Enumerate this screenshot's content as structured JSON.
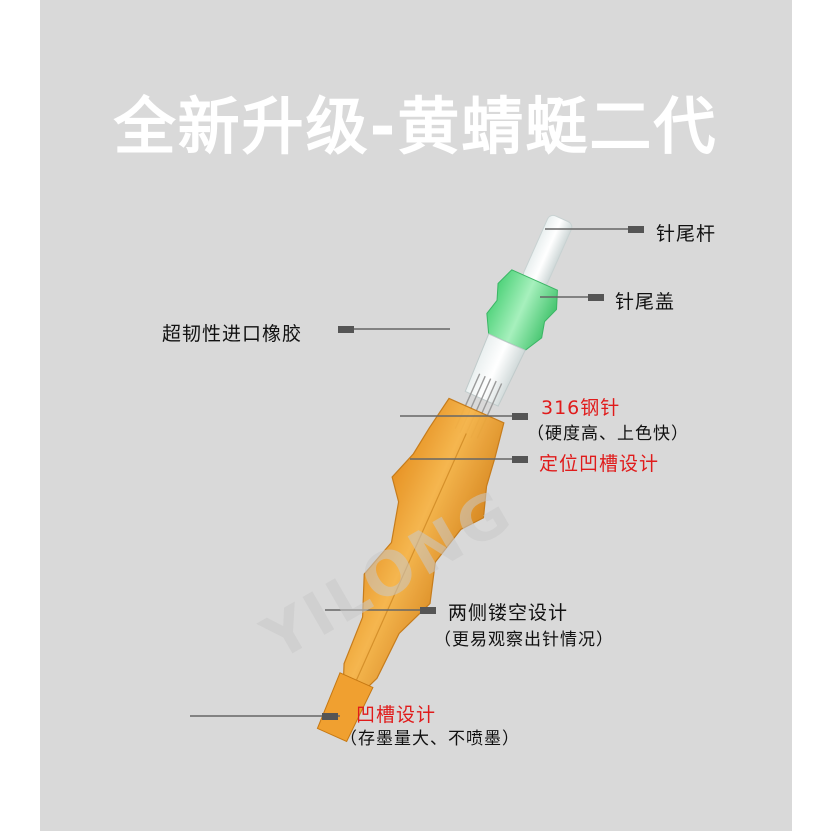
{
  "title": "全新升级-黄蜻蜓二代",
  "watermark": "YILONG",
  "colors": {
    "background": "#d9d9d9",
    "title": "#ffffff",
    "cartridge": "#f2a634",
    "cap_green": "#7de39a",
    "accent_red": "#e01b1b",
    "leader_line": "#666666"
  },
  "labels": {
    "tail_rod": "针尾杆",
    "tail_cap": "针尾盖",
    "rubber": "超韧性进口橡胶",
    "needle": "316钢针",
    "needle_note": "（硬度高、上色快）",
    "positioning_groove": "定位凹槽设计",
    "hollow_sides": "两侧镂空设计",
    "hollow_note": "（更易观察出针情况）",
    "groove": "凹槽设计",
    "groove_note": "（存墨量大、不喷墨）"
  }
}
